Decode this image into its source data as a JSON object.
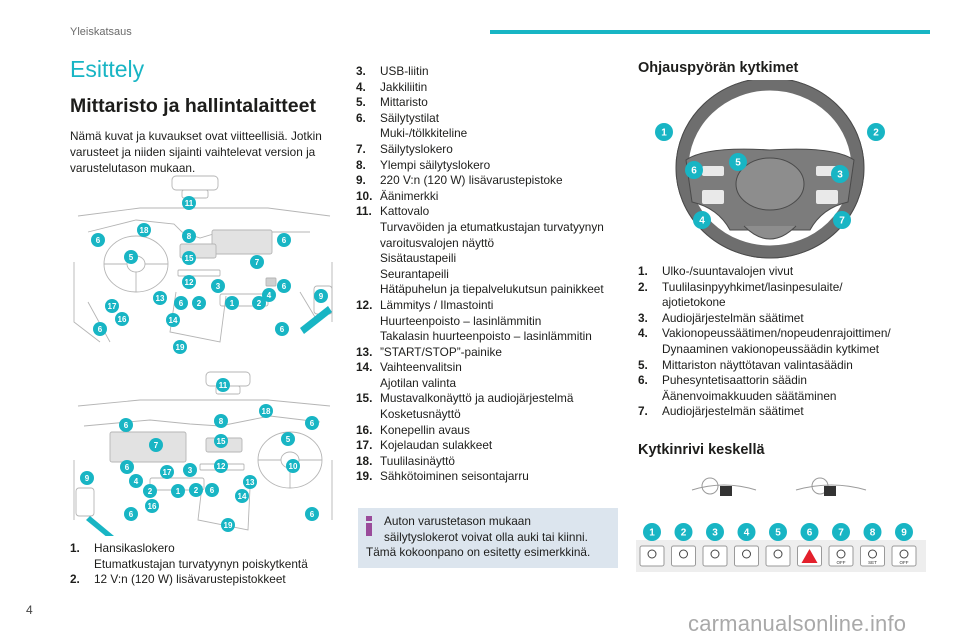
{
  "header": {
    "running_head": "Yleiskatsaus",
    "accent": "#18b5c4"
  },
  "page_number": "4",
  "watermark": "carmanualsonline.info",
  "section_title": "Esittely",
  "main_title": "Mittaristo ja hallintalaitteet",
  "intro": "Nämä kuvat ja kuvaukset ovat viitteellisiä. Jotkin varusteet ja niiden sijainti vaihtelevat version ja varustelutason mukaan.",
  "dashboard_top_callouts": [
    "11",
    "18",
    "8",
    "6",
    "6",
    "5",
    "15",
    "7",
    "12",
    "3",
    "6",
    "9",
    "17",
    "13",
    "6",
    "2",
    "1",
    "2",
    "4",
    "16",
    "14",
    "6",
    "6",
    "19"
  ],
  "dashboard_bottom_callouts": [
    "11",
    "18",
    "8",
    "6",
    "6",
    "15",
    "5",
    "7",
    "6",
    "10",
    "12",
    "9",
    "17",
    "3",
    "13",
    "4",
    "2",
    "1",
    "2",
    "6",
    "14",
    "16",
    "6",
    "19",
    "6"
  ],
  "dashboard_list_col1": [
    {
      "num": "1.",
      "lines": [
        "Hansikaslokero",
        "Etumatkustajan turvatyynyn poiskytkentä"
      ]
    },
    {
      "num": "2.",
      "lines": [
        "12 V:n (120 W) lisävarustepistokkeet"
      ]
    }
  ],
  "dashboard_list_col2": [
    {
      "num": "3.",
      "lines": [
        "USB-liitin"
      ]
    },
    {
      "num": "4.",
      "lines": [
        "Jakkiliitin"
      ]
    },
    {
      "num": "5.",
      "lines": [
        "Mittaristo"
      ]
    },
    {
      "num": "6.",
      "lines": [
        "Säilytystilat",
        "Muki-/tölkkiteline"
      ]
    },
    {
      "num": "7.",
      "lines": [
        "Säilytyslokero"
      ]
    },
    {
      "num": "8.",
      "lines": [
        "Ylempi säilytyslokero"
      ]
    },
    {
      "num": "9.",
      "lines": [
        "220 V:n (120 W) lisävarustepistoke"
      ]
    },
    {
      "num": "10.",
      "lines": [
        "Äänimerkki"
      ]
    },
    {
      "num": "11.",
      "lines": [
        "Kattovalo",
        "Turvavöiden ja etumatkustajan turvatyynyn varoitusvalojen näyttö",
        "Sisätaustapeili",
        "Seurantapeili",
        "Hätäpuhelun ja tiepalvelukutsun painikkeet"
      ]
    },
    {
      "num": "12.",
      "lines": [
        "Lämmitys / Ilmastointi",
        "Huurteenpoisto – lasinlämmitin",
        "Takalasin huurteenpoisto – lasinlämmitin"
      ]
    },
    {
      "num": "13.",
      "lines": [
        "”START/STOP”-painike"
      ]
    },
    {
      "num": "14.",
      "lines": [
        "Vaihteenvalitsin",
        "Ajotilan valinta"
      ]
    },
    {
      "num": "15.",
      "lines": [
        "Mustavalkonäyttö ja audiojärjestelmä",
        "Kosketusnäyttö"
      ]
    },
    {
      "num": "16.",
      "lines": [
        "Konepellin avaus"
      ]
    },
    {
      "num": "17.",
      "lines": [
        "Kojelaudan sulakkeet"
      ]
    },
    {
      "num": "18.",
      "lines": [
        "Tuulilasinäyttö"
      ]
    },
    {
      "num": "19.",
      "lines": [
        "Sähkötoiminen seisontajarru"
      ]
    }
  ],
  "note": {
    "icon": "info-icon",
    "lines": [
      "Auton varustetason mukaan",
      "säilytyslokerot voivat olla auki tai kiinni.",
      "Tämä kokoonpano on esitetty esimerkkinä."
    ]
  },
  "steering_title": "Ohjauspyörän kytkimet",
  "steering_callouts": [
    "1",
    "2",
    "5",
    "6",
    "3",
    "4",
    "7"
  ],
  "steering_list": [
    {
      "num": "1.",
      "lines": [
        "Ulko-/suuntavalojen vivut"
      ]
    },
    {
      "num": "2.",
      "lines": [
        "Tuulilasinpyyhkimet/lasinpesulaite/",
        "ajotietokone"
      ]
    },
    {
      "num": "3.",
      "lines": [
        "Audiojärjestelmän säätimet"
      ]
    },
    {
      "num": "4.",
      "lines": [
        "Vakionopeussäätimen/nopeudenrajoittimen/",
        "Dynaaminen vakionopeussäädin kytkimet"
      ]
    },
    {
      "num": "5.",
      "lines": [
        "Mittariston näyttötavan valintasäädin"
      ]
    },
    {
      "num": "6.",
      "lines": [
        "Puhesyntetisaattorin säädin",
        "Äänenvoimakkuuden säätäminen"
      ]
    },
    {
      "num": "7.",
      "lines": [
        "Audiojärjestelmän säätimet"
      ]
    }
  ],
  "center_title": "Kytkinrivi keskellä",
  "center_callouts": [
    "1",
    "2",
    "3",
    "4",
    "5",
    "6",
    "7",
    "8",
    "9"
  ],
  "center_button_labels": [
    "OFF",
    "SET",
    "OFF"
  ]
}
